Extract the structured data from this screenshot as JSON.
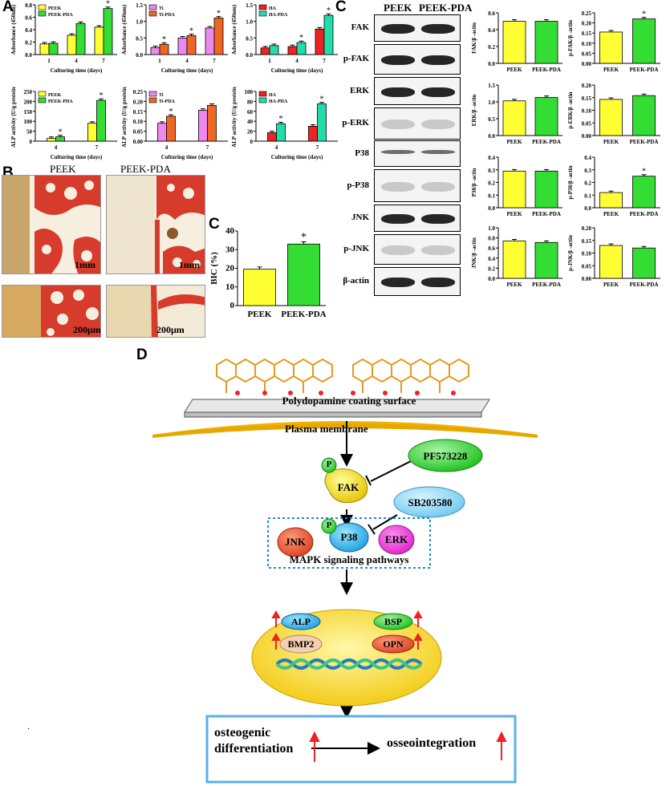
{
  "panel_letters": {
    "a": "A",
    "b": "B",
    "c_bic": "C",
    "c_blot": "C",
    "d": "D"
  },
  "panel_b": {
    "col_peek": "PEEK",
    "col_pda": "PEEK-PDA",
    "scale_1mm_a": "1mm",
    "scale_1mm_b": "1mm",
    "scale_200_a": "200μm",
    "scale_200_b": "200μm"
  },
  "blot": {
    "col_peek": "PEEK",
    "col_pda": "PEEK-PDA",
    "rows": [
      "FAK",
      "p-FAK",
      "ERK",
      "p-ERK",
      "P38",
      "p-P38",
      "JNK",
      "p-JNK",
      "β-actin"
    ]
  },
  "diagram": {
    "coating": "Polydopamine coating  surface",
    "membrane": "Plasma     membrane",
    "pf": "PF573228",
    "sb": "SB203580",
    "p1": "P",
    "p2": "P",
    "fak": "FAK",
    "p38": "P38",
    "jnk": "JNK",
    "erk": "ERK",
    "mapk": "MAPK signaling pathways",
    "alp": "ALP",
    "bsp": "BSP",
    "bmp2": "BMP2",
    "opn": "OPN",
    "osteo1": "osteogenic",
    "osteo2": "differentiation",
    "osseo": "osseointegration",
    "dot": "."
  },
  "colors": {
    "peek": "#ffff33",
    "pda": "#33dd33",
    "ti": "#ee88ee",
    "tipda": "#ee6622",
    "ha": "#ee2222",
    "hapda": "#22ddaa"
  },
  "chart_data": [
    {
      "id": "a1",
      "type": "bar",
      "ylabel": "Adsorbance (450nm)",
      "xlabel": "Culturing time (days)",
      "categories": [
        "1",
        "4",
        "7"
      ],
      "ylim": [
        0,
        0.8
      ],
      "yticks": [
        "0.0",
        "0.2",
        "0.4",
        "0.6",
        "0.8"
      ],
      "series": [
        {
          "name": "PEEK",
          "color": "#ffff33",
          "values": [
            0.17,
            0.31,
            0.44
          ]
        },
        {
          "name": "PEEK-PDA",
          "color": "#33dd33",
          "values": [
            0.18,
            0.5,
            0.74
          ]
        }
      ],
      "stars": [
        [
          2,
          1
        ]
      ]
    },
    {
      "id": "a2",
      "type": "bar",
      "ylabel": "Adsorbance (450nm)",
      "xlabel": "Culturing time (days)",
      "categories": [
        "1",
        "4",
        "7"
      ],
      "ylim": [
        0,
        1.5
      ],
      "yticks": [
        "0.0",
        "0.5",
        "1.0",
        "1.5"
      ],
      "series": [
        {
          "name": "Ti",
          "color": "#ee88ee",
          "values": [
            0.21,
            0.5,
            0.8
          ]
        },
        {
          "name": "Ti-PDA",
          "color": "#ee6622",
          "values": [
            0.31,
            0.57,
            1.1
          ]
        }
      ],
      "stars": [
        [
          0,
          1
        ],
        [
          1,
          1
        ],
        [
          2,
          1
        ]
      ]
    },
    {
      "id": "a3",
      "type": "bar",
      "ylabel": "Adsorbance (450nm)",
      "xlabel": "Culturing time (days)",
      "categories": [
        "1",
        "4",
        "7"
      ],
      "ylim": [
        0,
        1.5
      ],
      "yticks": [
        "0.0",
        "0.5",
        "1.0",
        "1.5"
      ],
      "series": [
        {
          "name": "HA",
          "color": "#ee2222",
          "values": [
            0.2,
            0.24,
            0.77
          ]
        },
        {
          "name": "HA-PDA",
          "color": "#22ddaa",
          "values": [
            0.27,
            0.36,
            1.18
          ]
        }
      ],
      "stars": [
        [
          1,
          1
        ],
        [
          2,
          1
        ]
      ]
    },
    {
      "id": "a4",
      "type": "bar",
      "ylabel": "ALP activity (U/g protein)",
      "xlabel": "Culturing time (days)",
      "categories": [
        "4",
        "7"
      ],
      "ylim": [
        0,
        250
      ],
      "yticks": [
        "0",
        "50",
        "100",
        "150",
        "200",
        "250"
      ],
      "series": [
        {
          "name": "PEEK",
          "color": "#ffff33",
          "values": [
            14,
            90
          ]
        },
        {
          "name": "PEEK-PDA",
          "color": "#33dd33",
          "values": [
            22,
            205
          ]
        }
      ],
      "stars": [
        [
          0,
          1
        ],
        [
          1,
          1
        ]
      ]
    },
    {
      "id": "a5",
      "type": "bar",
      "ylabel": "ALP activity (U/g protein)",
      "xlabel": "Culturing time (days)",
      "categories": [
        "4",
        "7"
      ],
      "ylim": [
        0,
        0.25
      ],
      "yticks": [
        "0.00",
        "0.05",
        "0.10",
        "0.15",
        "0.20",
        "0.25"
      ],
      "series": [
        {
          "name": "Ti",
          "color": "#ee88ee",
          "values": [
            0.09,
            0.155
          ]
        },
        {
          "name": "Ti-PDA",
          "color": "#ee6622",
          "values": [
            0.125,
            0.18
          ]
        }
      ],
      "stars": [
        [
          0,
          1
        ]
      ]
    },
    {
      "id": "a6",
      "type": "bar",
      "ylabel": "ALP activity (U/g protein)",
      "xlabel": "Culturing time (days)",
      "categories": [
        "4",
        "7"
      ],
      "ylim": [
        0,
        100
      ],
      "yticks": [
        "0",
        "20",
        "40",
        "60",
        "80",
        "100"
      ],
      "series": [
        {
          "name": "HA",
          "color": "#ee2222",
          "values": [
            17,
            30
          ]
        },
        {
          "name": "HA-PDA",
          "color": "#22ddaa",
          "values": [
            35,
            75
          ]
        }
      ],
      "stars": [
        [
          0,
          1
        ],
        [
          1,
          1
        ]
      ]
    },
    {
      "id": "bic",
      "type": "bar",
      "ylabel": "BIC (%)",
      "xlabel": "",
      "categories": [
        "PEEK",
        "PEEK-PDA"
      ],
      "ylim": [
        0,
        40
      ],
      "yticks": [
        "0",
        "10",
        "20",
        "30",
        "40"
      ],
      "series": [
        {
          "name": "",
          "colors": [
            "#ffff33",
            "#33dd33"
          ],
          "values": [
            19.5,
            33
          ]
        }
      ],
      "stars": [
        [
          1,
          0
        ]
      ]
    },
    {
      "id": "c1",
      "type": "bar",
      "ylabel": "FAK/β -actin",
      "categories": [
        "PEEK",
        "PEEK-PDA"
      ],
      "ylim": [
        0,
        0.6
      ],
      "yticks": [
        "0.0",
        "0.2",
        "0.4",
        "0.6"
      ],
      "series": [
        {
          "colors": [
            "#ffff33",
            "#33dd33"
          ],
          "values": [
            0.5,
            0.5
          ]
        }
      ],
      "stars": []
    },
    {
      "id": "c2",
      "type": "bar",
      "ylabel": "p-FAK/β -actin",
      "categories": [
        "PEEK",
        "PEEK-PDA"
      ],
      "ylim": [
        0,
        0.25
      ],
      "yticks": [
        "0.00",
        "0.05",
        "0.10",
        "0.15",
        "0.20",
        "0.25"
      ],
      "series": [
        {
          "colors": [
            "#ffff33",
            "#33dd33"
          ],
          "values": [
            0.155,
            0.22
          ]
        }
      ],
      "stars": [
        [
          1,
          0
        ]
      ]
    },
    {
      "id": "c3",
      "type": "bar",
      "ylabel": "ERK/β -actin",
      "categories": [
        "PEEK",
        "PEEK-PDA"
      ],
      "ylim": [
        0,
        1.5
      ],
      "yticks": [
        "0.0",
        "0.5",
        "1.0",
        "1.5"
      ],
      "series": [
        {
          "colors": [
            "#ffff33",
            "#33dd33"
          ],
          "values": [
            1.03,
            1.13
          ]
        }
      ],
      "stars": []
    },
    {
      "id": "c4",
      "type": "bar",
      "ylabel": "p-ERK/β -actin",
      "categories": [
        "PEEK",
        "PEEK-PDA"
      ],
      "ylim": [
        0,
        0.2
      ],
      "yticks": [
        "0.00",
        "0.05",
        "0.10",
        "0.15",
        "0.20"
      ],
      "series": [
        {
          "colors": [
            "#ffff33",
            "#33dd33"
          ],
          "values": [
            0.143,
            0.158
          ]
        }
      ],
      "stars": []
    },
    {
      "id": "c5",
      "type": "bar",
      "ylabel": "P38/β -actin",
      "categories": [
        "PEEK",
        "PEEK-PDA"
      ],
      "ylim": [
        0,
        0.4
      ],
      "yticks": [
        "0.0",
        "0.1",
        "0.2",
        "0.3",
        "0.4"
      ],
      "series": [
        {
          "colors": [
            "#ffff33",
            "#33dd33"
          ],
          "values": [
            0.29,
            0.29
          ]
        }
      ],
      "stars": []
    },
    {
      "id": "c6",
      "type": "bar",
      "ylabel": "p-P38/β -actin",
      "categories": [
        "PEEK",
        "PEEK-PDA"
      ],
      "ylim": [
        0,
        0.4
      ],
      "yticks": [
        "0.0",
        "0.1",
        "0.2",
        "0.3",
        "0.4"
      ],
      "series": [
        {
          "colors": [
            "#ffff33",
            "#33dd33"
          ],
          "values": [
            0.12,
            0.25
          ]
        }
      ],
      "stars": [
        [
          1,
          0
        ]
      ]
    },
    {
      "id": "c7",
      "type": "bar",
      "ylabel": "JNK/β -actin",
      "categories": [
        "PEEK",
        "PEEK-PDA"
      ],
      "ylim": [
        0,
        1.0
      ],
      "yticks": [
        "0.0",
        "0.2",
        "0.4",
        "0.6",
        "0.8",
        "1.0"
      ],
      "series": [
        {
          "colors": [
            "#ffff33",
            "#33dd33"
          ],
          "values": [
            0.74,
            0.71
          ]
        }
      ],
      "stars": []
    },
    {
      "id": "c8",
      "type": "bar",
      "ylabel": "p-JNK/β -actin",
      "categories": [
        "PEEK",
        "PEEK-PDA"
      ],
      "ylim": [
        0,
        0.2
      ],
      "yticks": [
        "0.00",
        "0.05",
        "0.10",
        "0.15",
        "0.20"
      ],
      "series": [
        {
          "colors": [
            "#ffff33",
            "#33dd33"
          ],
          "values": [
            0.13,
            0.12
          ]
        }
      ],
      "stars": []
    }
  ]
}
